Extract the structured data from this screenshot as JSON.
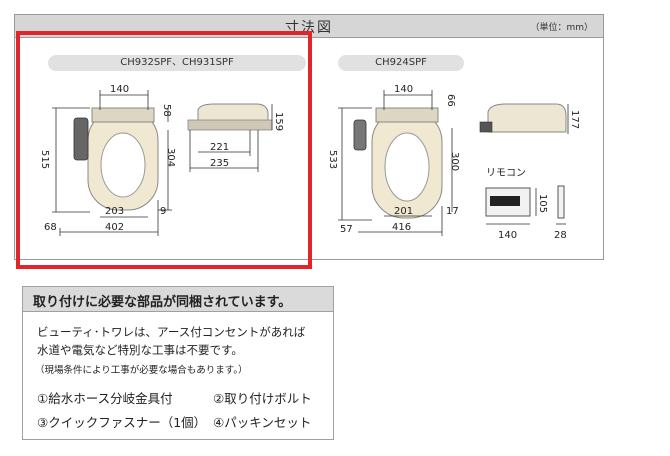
{
  "panel": {
    "title": "寸法図",
    "unit": "（単位：mm）"
  },
  "models": {
    "left": "CH932SPF、CH931SPF",
    "right": "CH924SPF"
  },
  "left_dims": {
    "top_width": "140",
    "top_depth": "58",
    "total_length": "515",
    "seat_length": "304",
    "seat_width": "203",
    "front_gap": "9",
    "total_width": "402",
    "side_offset": "68",
    "side_height": "159",
    "side_width_a": "221",
    "side_width_b": "235"
  },
  "right_dims": {
    "top_width": "140",
    "top_depth": "66",
    "total_length": "533",
    "seat_length": "300",
    "seat_width": "201",
    "front_gap": "17",
    "total_width": "416",
    "side_offset": "57",
    "side_height": "177"
  },
  "remote": {
    "label": "リモコン",
    "height": "105",
    "width": "140",
    "depth": "28"
  },
  "info": {
    "heading": "取り付けに必要な部品が同梱されています。",
    "line1": "ビューティ･トワレは、アース付コンセントがあれば",
    "line2": "水道や電気など特別な工事は不要です。",
    "note": "（現場条件により工事が必要な場合もあります。）",
    "parts": [
      "①給水ホース分岐金具付",
      "②取り付けボルト",
      "③クイックファスナー（1個）",
      "④パッキンセット"
    ]
  }
}
